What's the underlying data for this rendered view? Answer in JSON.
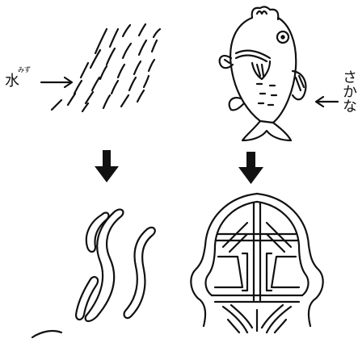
{
  "labels": {
    "water": "水",
    "water_ruby": "みず",
    "fish": "さかな"
  },
  "colors": {
    "ink": "#111111",
    "background": "#ffffff"
  },
  "icons": {
    "arrow_water": "left-arrow-pointing-right",
    "arrow_fish": "arrow-pointing-left",
    "down_arrow": "thick-down-arrow"
  }
}
